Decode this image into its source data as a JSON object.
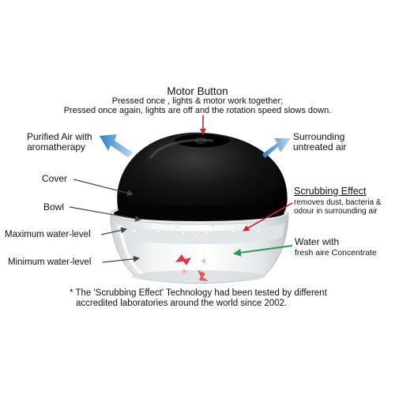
{
  "motor_button": {
    "title": "Motor Button",
    "line1": "Pressed once , lights & motor work together;",
    "line2": "Pressed once again, lights are off and the rotation speed slows down."
  },
  "labels": {
    "purified_line1": "Purified Air with",
    "purified_line2": "aromatherapy",
    "surrounding_line1": "Surrounding",
    "surrounding_line2": "untreated air",
    "cover": "Cover",
    "bowl": "Bowl",
    "max_water": "Maximum water-level",
    "min_water": "Minimum water-level"
  },
  "scrubbing": {
    "title": "Scrubbing Effect",
    "line1": "removes dust, bacteria &",
    "line2": "odour in  surrounding air"
  },
  "water": {
    "line1": "Water with",
    "line2": "fresh aire Concentrate"
  },
  "footnote": {
    "line1": "* The 'Scrubbing Effect' Technology had been tested by different",
    "line2": "accredited laboratories around the world since 2002."
  },
  "colors": {
    "blue_arrow": "#6aa8d8",
    "red_arrow": "#c8282d",
    "green_arrow": "#2e9a52",
    "pointer_gray": "#444444",
    "cover_black": "#0b0b0b"
  },
  "icons": {
    "flow_arrows": "air-flow-arrow-icon",
    "water_swirl": "water-swirl-icon"
  }
}
